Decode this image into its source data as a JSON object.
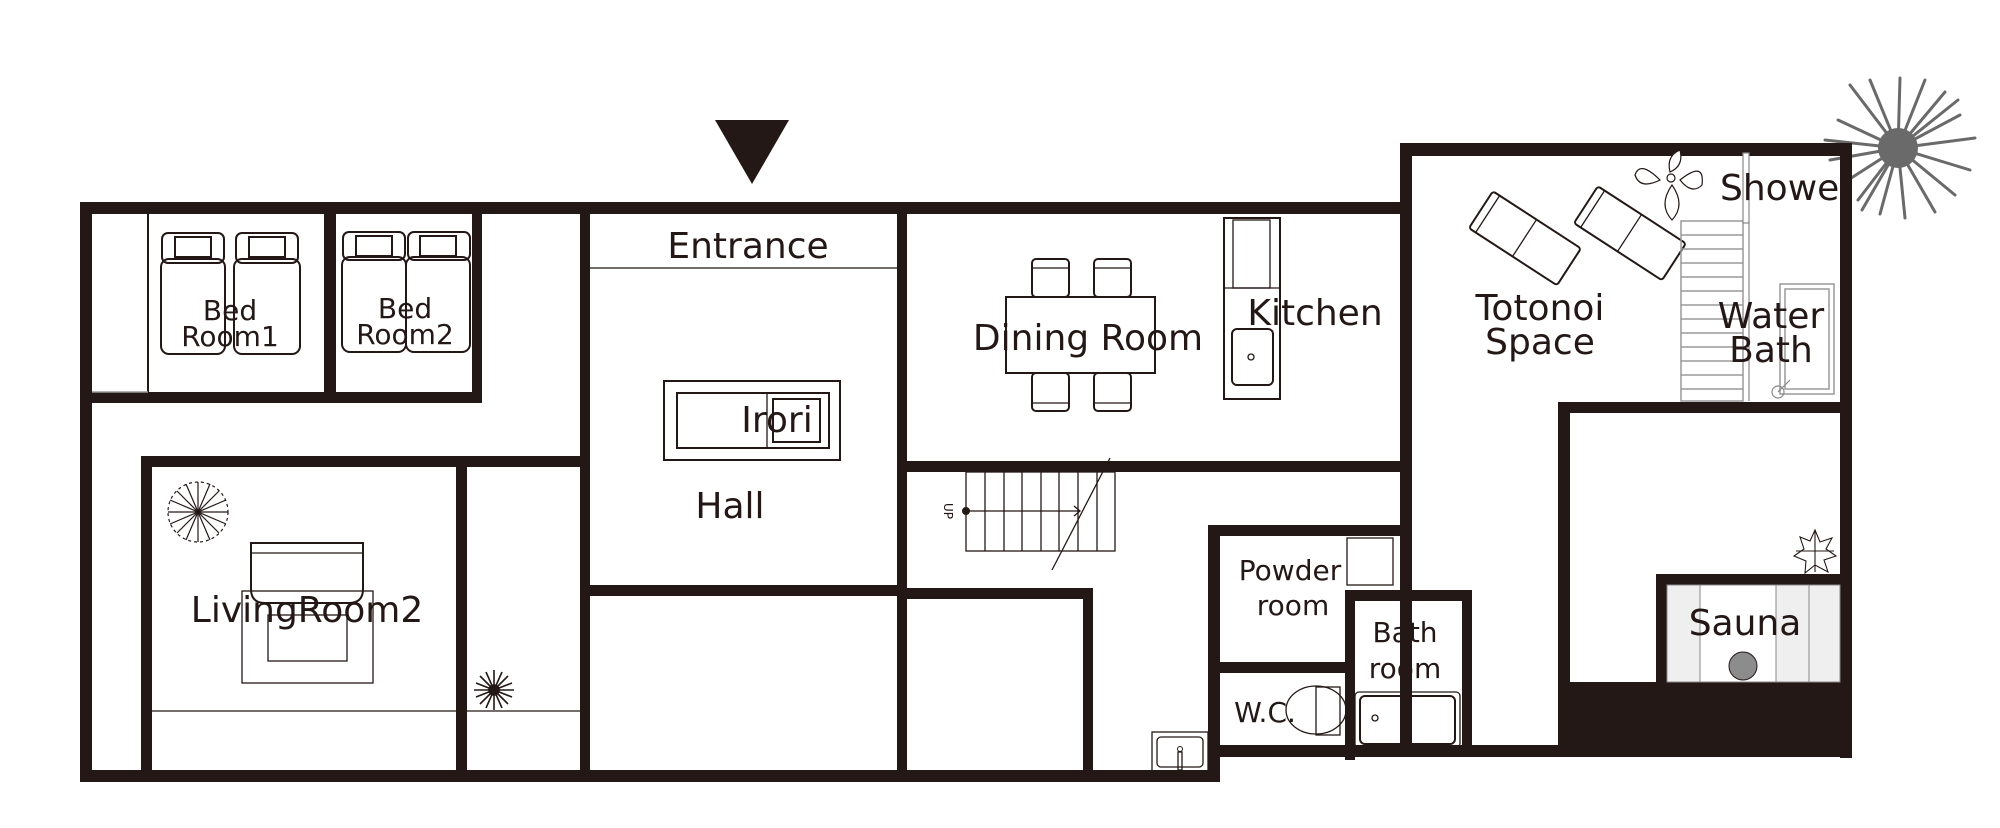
{
  "plan": {
    "colors": {
      "wall": "#231815",
      "sauna_bench": "#efefef",
      "stove": "#8c8c8c",
      "palm": "#6a6a6a"
    },
    "entrance_marker": "entrance-arrow",
    "rooms": {
      "bedroom1": {
        "line1": "Bed",
        "line2": "Room1"
      },
      "bedroom2": {
        "line1": "Bed",
        "line2": "Room2"
      },
      "entrance": "Entrance",
      "irori": "Irori",
      "hall": "Hall",
      "dining": "Dining Room",
      "kitchen": "Kitchen",
      "living2": "LivingRoom2",
      "powder": {
        "line1": "Powder",
        "line2": "room"
      },
      "bath": {
        "line1": "Bath",
        "line2": "room"
      },
      "wc": "W.C.",
      "totonoi": {
        "line1": "Totonoi",
        "line2": "Space"
      },
      "shower": "Showe",
      "waterbath": {
        "line1": "Water",
        "line2": "Bath"
      },
      "sauna": "Sauna"
    },
    "stairs_label": "UP"
  }
}
